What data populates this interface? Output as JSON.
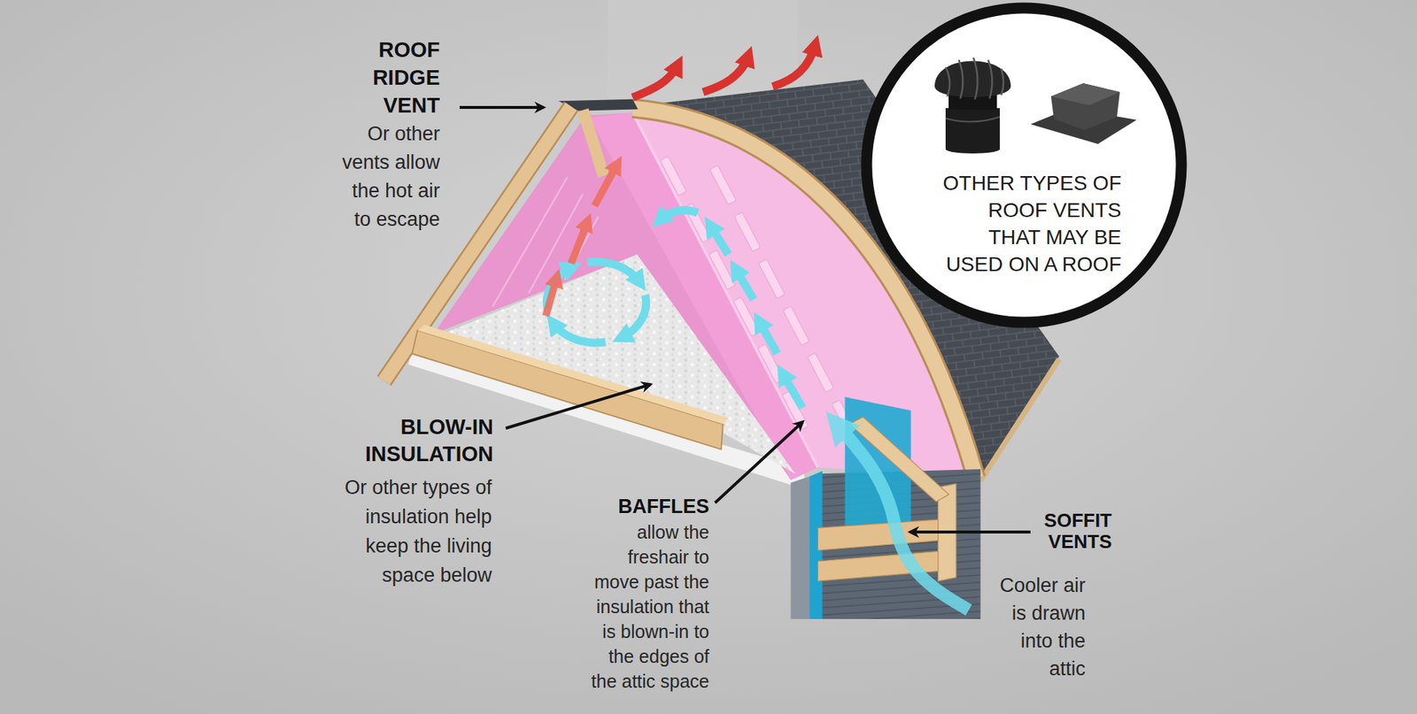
{
  "diagram": {
    "nodes": [
      {
        "text": [
          "OTHER TYPES OF ROOF VENTS THAT MAY BE USED ON A ROOF"
        ]
      }
    ],
    "labels": [
      "ROOF RIDGE VENT",
      "Or other vents allow the hot air to escape",
      "BLOW-IN INSULATION",
      "Or other types of insulation help keep the living space below",
      "BAFFLES",
      "allow the freshair to move past the insulation that is blown-in to the edges of the attic space",
      "SOFFIT VENTS",
      "Cooler air is drawn into the attic"
    ]
  }
}
